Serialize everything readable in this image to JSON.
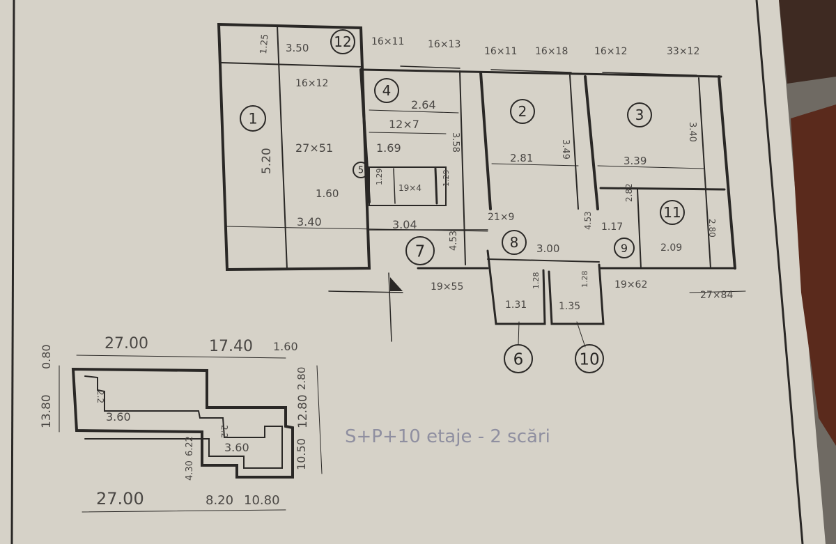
{
  "plan": {
    "rooms": [
      {
        "id": "r1",
        "label": "1"
      },
      {
        "id": "r2",
        "label": "2"
      },
      {
        "id": "r3",
        "label": "3"
      },
      {
        "id": "r4",
        "label": "4"
      },
      {
        "id": "r5",
        "label": "5"
      },
      {
        "id": "r6",
        "label": "6"
      },
      {
        "id": "r7",
        "label": "7"
      },
      {
        "id": "r8",
        "label": "8"
      },
      {
        "id": "r9",
        "label": "9"
      },
      {
        "id": "r10",
        "label": "10"
      },
      {
        "id": "r11",
        "label": "11"
      },
      {
        "id": "r12",
        "label": "12"
      }
    ],
    "dimensions": [
      {
        "id": "d1",
        "text": "1.25"
      },
      {
        "id": "d2",
        "text": "3.50"
      },
      {
        "id": "d3",
        "text": "16×11"
      },
      {
        "id": "d4",
        "text": "16×13"
      },
      {
        "id": "d5",
        "text": "16×11"
      },
      {
        "id": "d6",
        "text": "16×18"
      },
      {
        "id": "d7",
        "text": "16×12"
      },
      {
        "id": "d8",
        "text": "33×12"
      },
      {
        "id": "d9",
        "text": "16×12"
      },
      {
        "id": "d10",
        "text": "2.64"
      },
      {
        "id": "d11",
        "text": "12×7"
      },
      {
        "id": "d12",
        "text": "3.58"
      },
      {
        "id": "d13",
        "text": "27×51"
      },
      {
        "id": "d14",
        "text": "1.69"
      },
      {
        "id": "d15",
        "text": "5.20"
      },
      {
        "id": "d16",
        "text": "2.81"
      },
      {
        "id": "d17",
        "text": "3.39"
      },
      {
        "id": "d18",
        "text": "3.49"
      },
      {
        "id": "d19",
        "text": "3.40"
      },
      {
        "id": "d20",
        "text": "1.60"
      },
      {
        "id": "d21",
        "text": "1.29"
      },
      {
        "id": "d22",
        "text": "19×4"
      },
      {
        "id": "d23",
        "text": "1.29"
      },
      {
        "id": "d24",
        "text": "3.40"
      },
      {
        "id": "d25",
        "text": "3.04"
      },
      {
        "id": "d26",
        "text": "21×9"
      },
      {
        "id": "d27",
        "text": "2.82"
      },
      {
        "id": "d28",
        "text": "2.80"
      },
      {
        "id": "d29",
        "text": "1.17"
      },
      {
        "id": "d30",
        "text": "4.53"
      },
      {
        "id": "d31",
        "text": "3.00"
      },
      {
        "id": "d32",
        "text": "4.53"
      },
      {
        "id": "d33",
        "text": "2.09"
      },
      {
        "id": "d34",
        "text": "19×55"
      },
      {
        "id": "d35",
        "text": "19×62"
      },
      {
        "id": "d36",
        "text": "27×84"
      },
      {
        "id": "d37",
        "text": "1.28"
      },
      {
        "id": "d38",
        "text": "1.28"
      },
      {
        "id": "d39",
        "text": "1.31"
      },
      {
        "id": "d40",
        "text": "1.35"
      }
    ]
  },
  "footprint": {
    "dims": [
      {
        "id": "f1",
        "text": "27.00"
      },
      {
        "id": "f2",
        "text": "17.40"
      },
      {
        "id": "f3",
        "text": "1.60"
      },
      {
        "id": "f4",
        "text": "13.80"
      },
      {
        "id": "f5",
        "text": "0.80"
      },
      {
        "id": "f6",
        "text": "2.80"
      },
      {
        "id": "f7",
        "text": "12.80"
      },
      {
        "id": "f8",
        "text": "3.60"
      },
      {
        "id": "f9",
        "text": "3.60"
      },
      {
        "id": "f10",
        "text": "2.2"
      },
      {
        "id": "f11",
        "text": "2.2"
      },
      {
        "id": "f12",
        "text": "4.30"
      },
      {
        "id": "f13",
        "text": "6.22"
      },
      {
        "id": "f14",
        "text": "10.50"
      },
      {
        "id": "f15",
        "text": "27.00"
      },
      {
        "id": "f16",
        "text": "8.20"
      },
      {
        "id": "f17",
        "text": "10.80"
      }
    ]
  },
  "note": "S+P+10 etaje - 2 scări",
  "colors": {
    "paper": "#d6d2c8",
    "ink": "#2a2826",
    "pencil": "#4a4744",
    "faint": "#8d8a84",
    "note_ink": "#8f8fa0",
    "backdrop": "#6f6a63"
  }
}
